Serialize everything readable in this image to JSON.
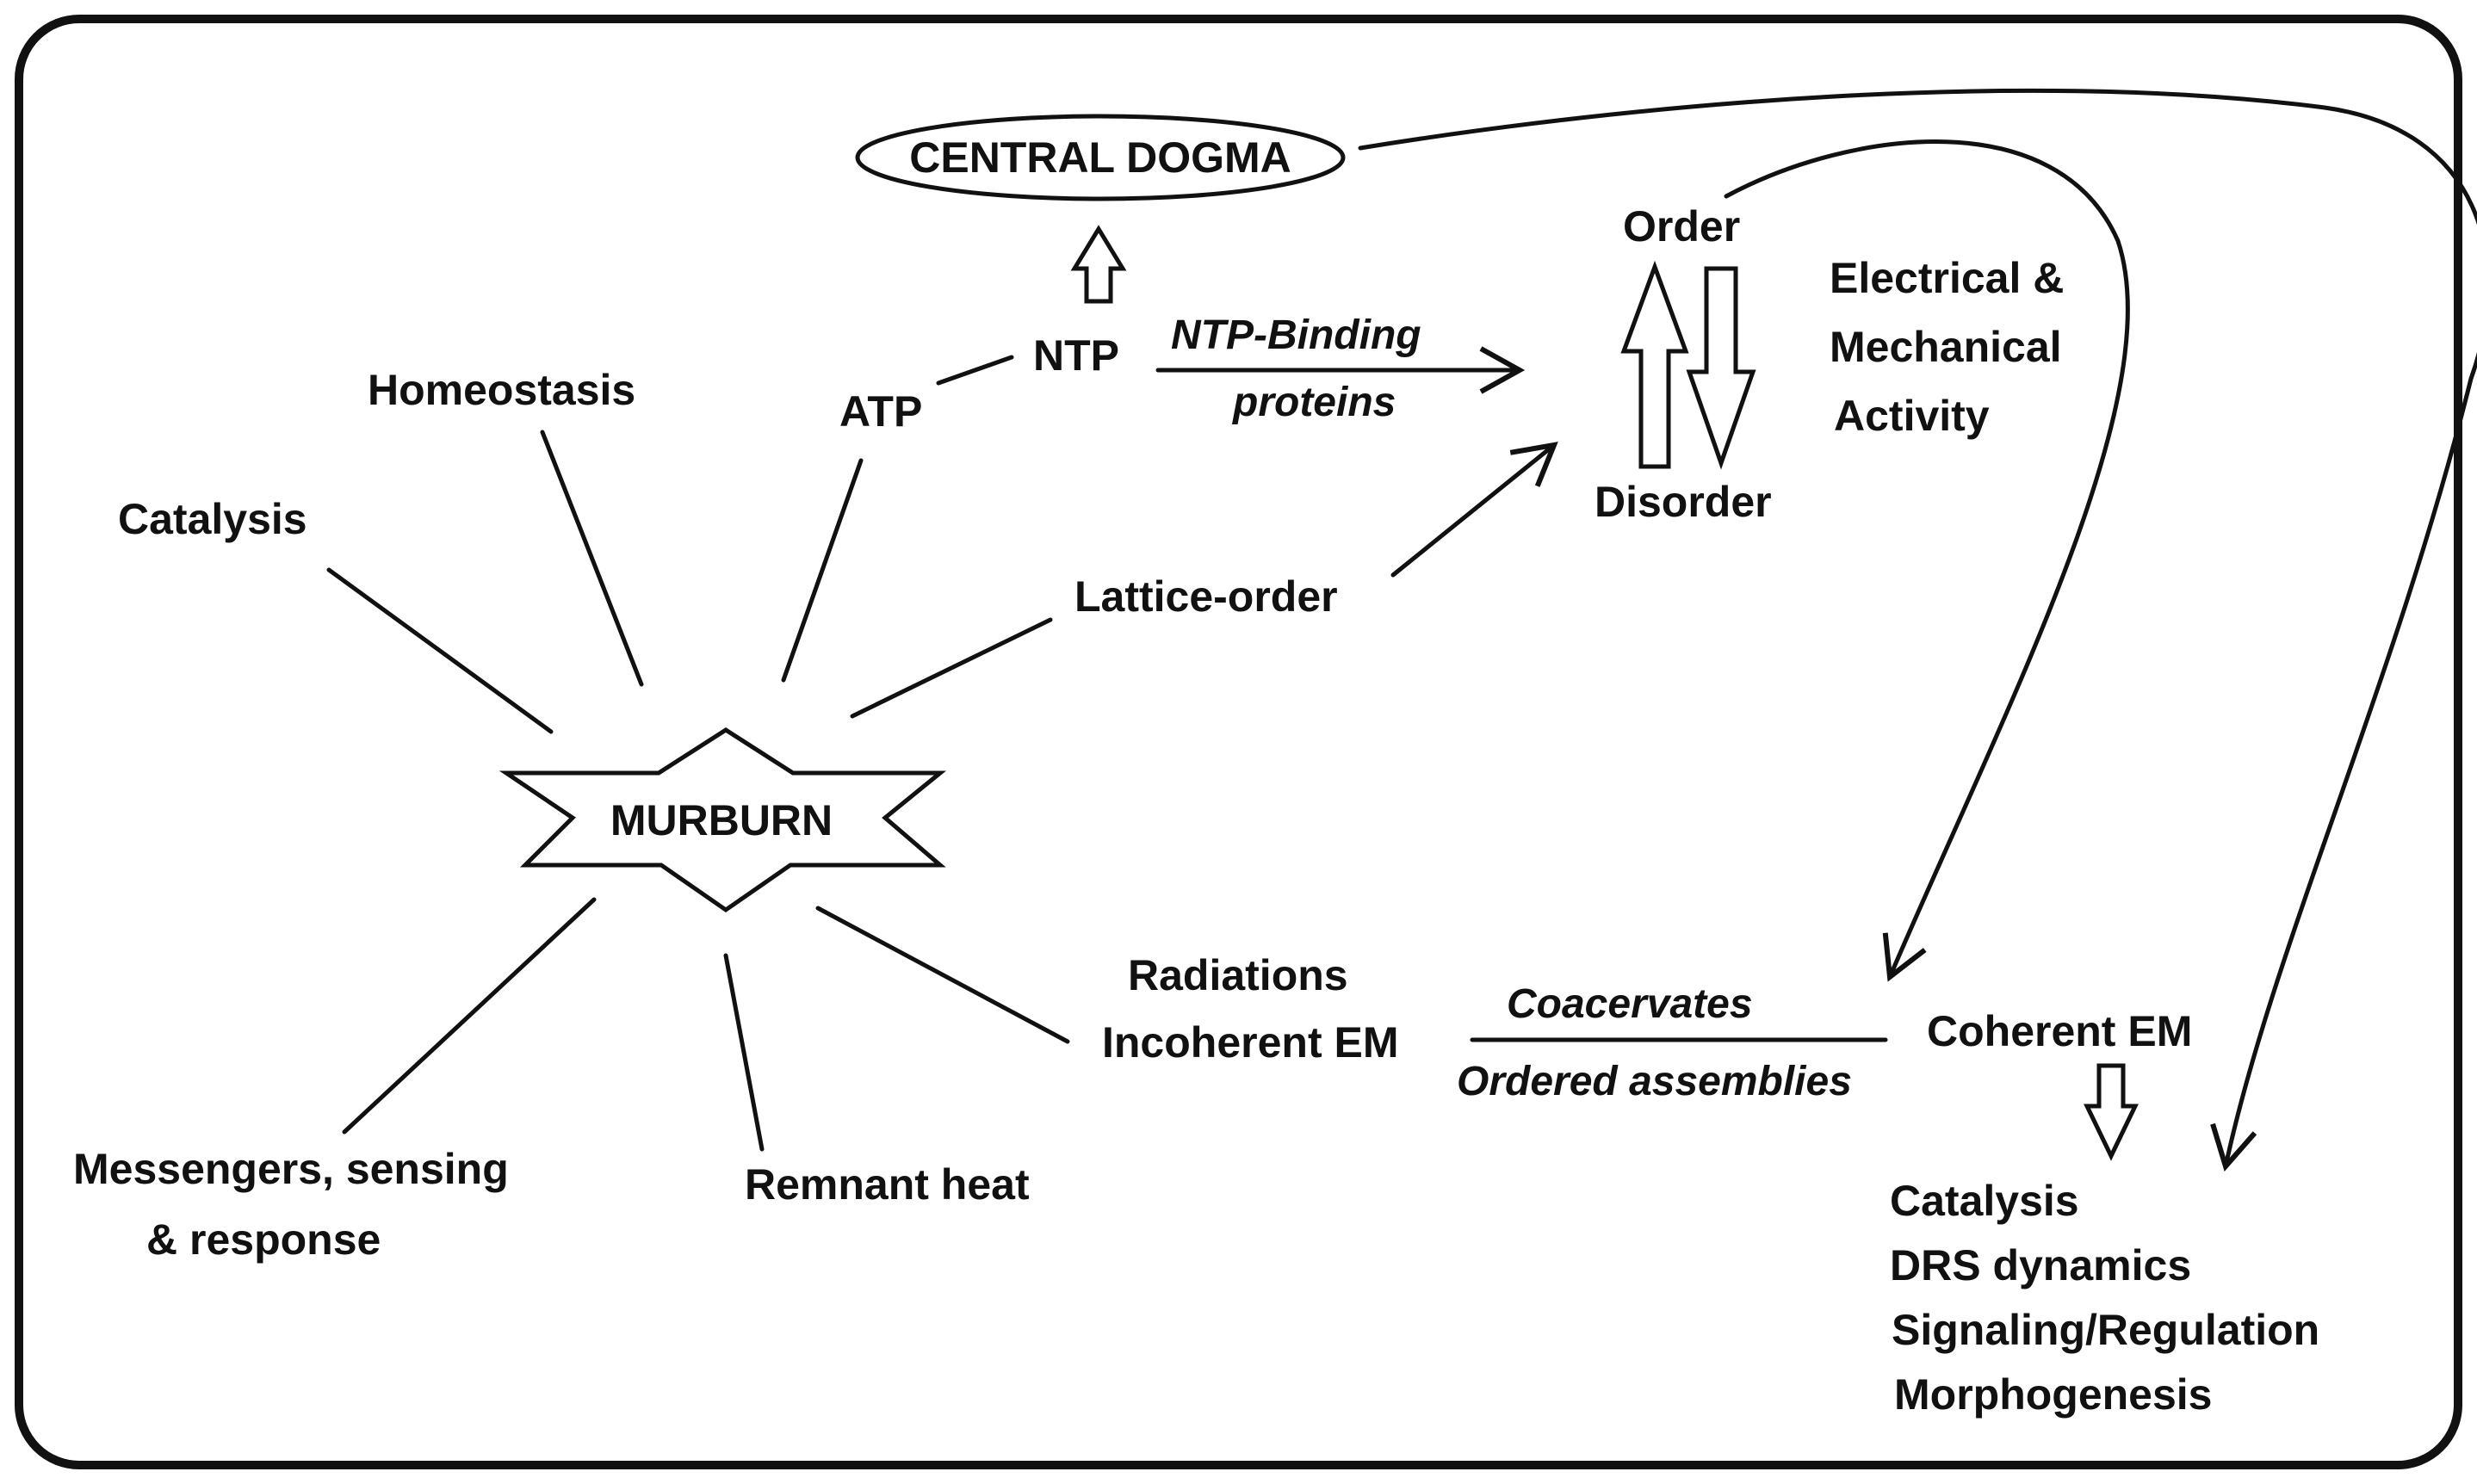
{
  "diagram": {
    "central_dogma": "CENTRAL DOGMA",
    "murburn": "MURBURN",
    "atp": "ATP",
    "ntp": "NTP",
    "ntp_binding_line1": "NTP-Binding",
    "ntp_binding_line2": "proteins",
    "order": "Order",
    "disorder": "Disorder",
    "electrical_line1": "Electrical &",
    "electrical_line2": "Mechanical",
    "electrical_line3": "Activity",
    "homeostasis": "Homeostasis",
    "catalysis_left": "Catalysis",
    "lattice_order": "Lattice-order",
    "radiations_line1": "Radiations",
    "radiations_line2": "Incoherent EM",
    "coacervates": "Coacervates",
    "ordered_assemblies": "Ordered assemblies",
    "coherent_em": "Coherent EM",
    "messengers_line1": "Messengers, sensing",
    "messengers_line2": "& response",
    "remnant_heat": "Remnant heat",
    "outcomes": [
      "Catalysis",
      "DRS dynamics",
      "Signaling/Regulation",
      "Morphogenesis"
    ]
  }
}
